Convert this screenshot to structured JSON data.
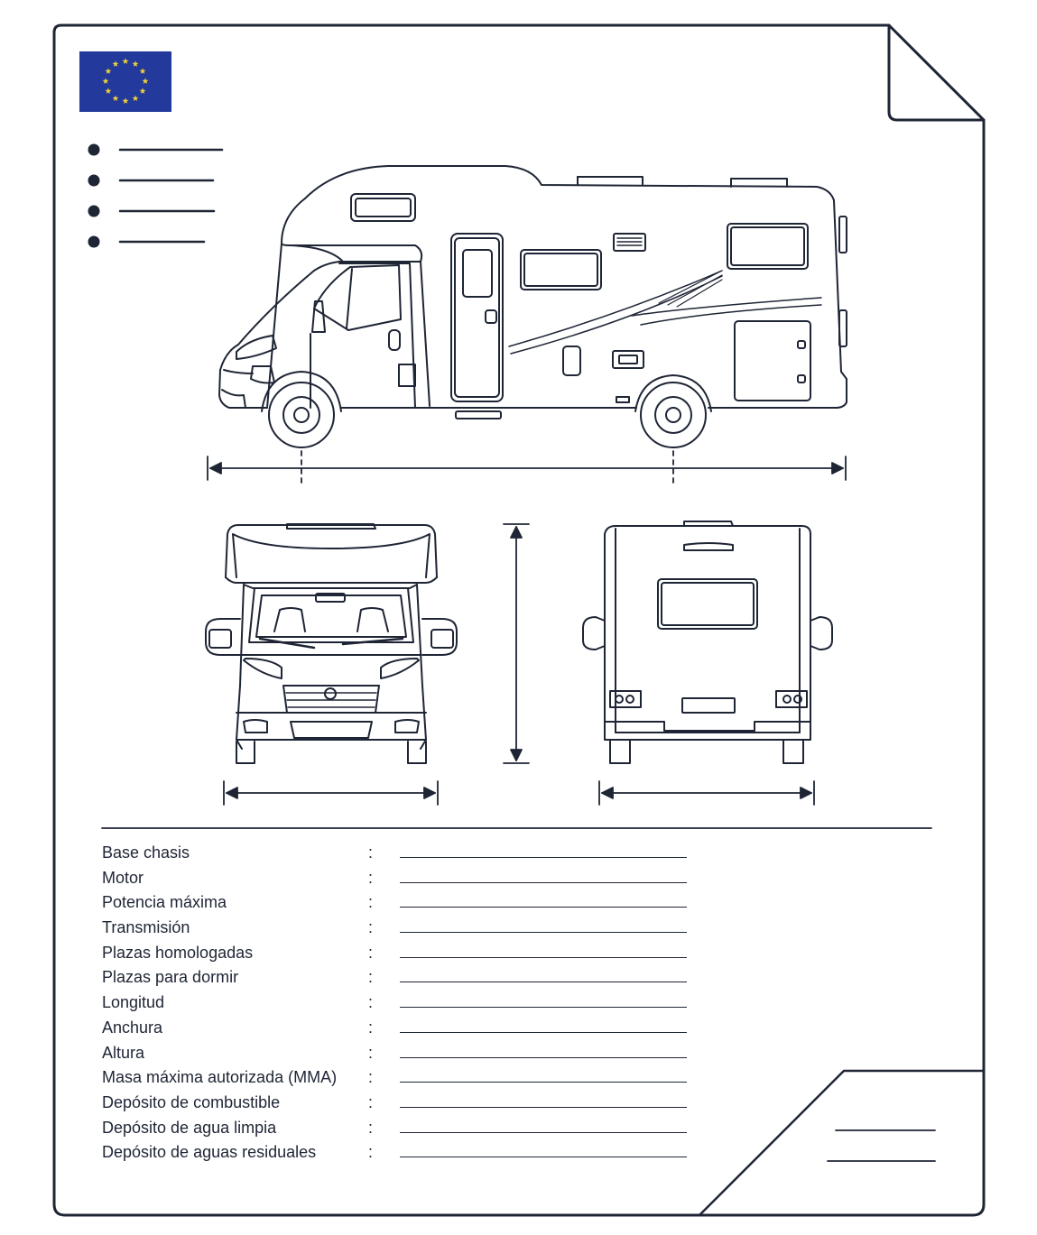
{
  "document": {
    "type": "vehicle-spec-sheet",
    "flag": {
      "name": "eu-flag-icon",
      "background": "#23399b",
      "stars": "#f2d23a"
    },
    "ink_color": "#1e2535",
    "header_bullets": [
      "",
      "",
      "",
      ""
    ],
    "views": [
      "side-view",
      "front-view",
      "rear-view"
    ]
  },
  "specs": [
    {
      "label": "Base chasis",
      "value": ""
    },
    {
      "label": "Motor",
      "value": ""
    },
    {
      "label": "Potencia máxima",
      "value": ""
    },
    {
      "label": "Transmisión",
      "value": ""
    },
    {
      "label": "Plazas homologadas",
      "value": ""
    },
    {
      "label": "Plazas para dormir",
      "value": ""
    },
    {
      "label": "Longitud",
      "value": ""
    },
    {
      "label": "Anchura",
      "value": ""
    },
    {
      "label": "Altura",
      "value": ""
    },
    {
      "label": "Masa máxima autorizada (MMA)",
      "value": ""
    },
    {
      "label": "Depósito de combustible",
      "value": ""
    },
    {
      "label": "Depósito de agua limpia",
      "value": ""
    },
    {
      "label": "Depósito de aguas residuales",
      "value": ""
    }
  ],
  "separator": ":"
}
